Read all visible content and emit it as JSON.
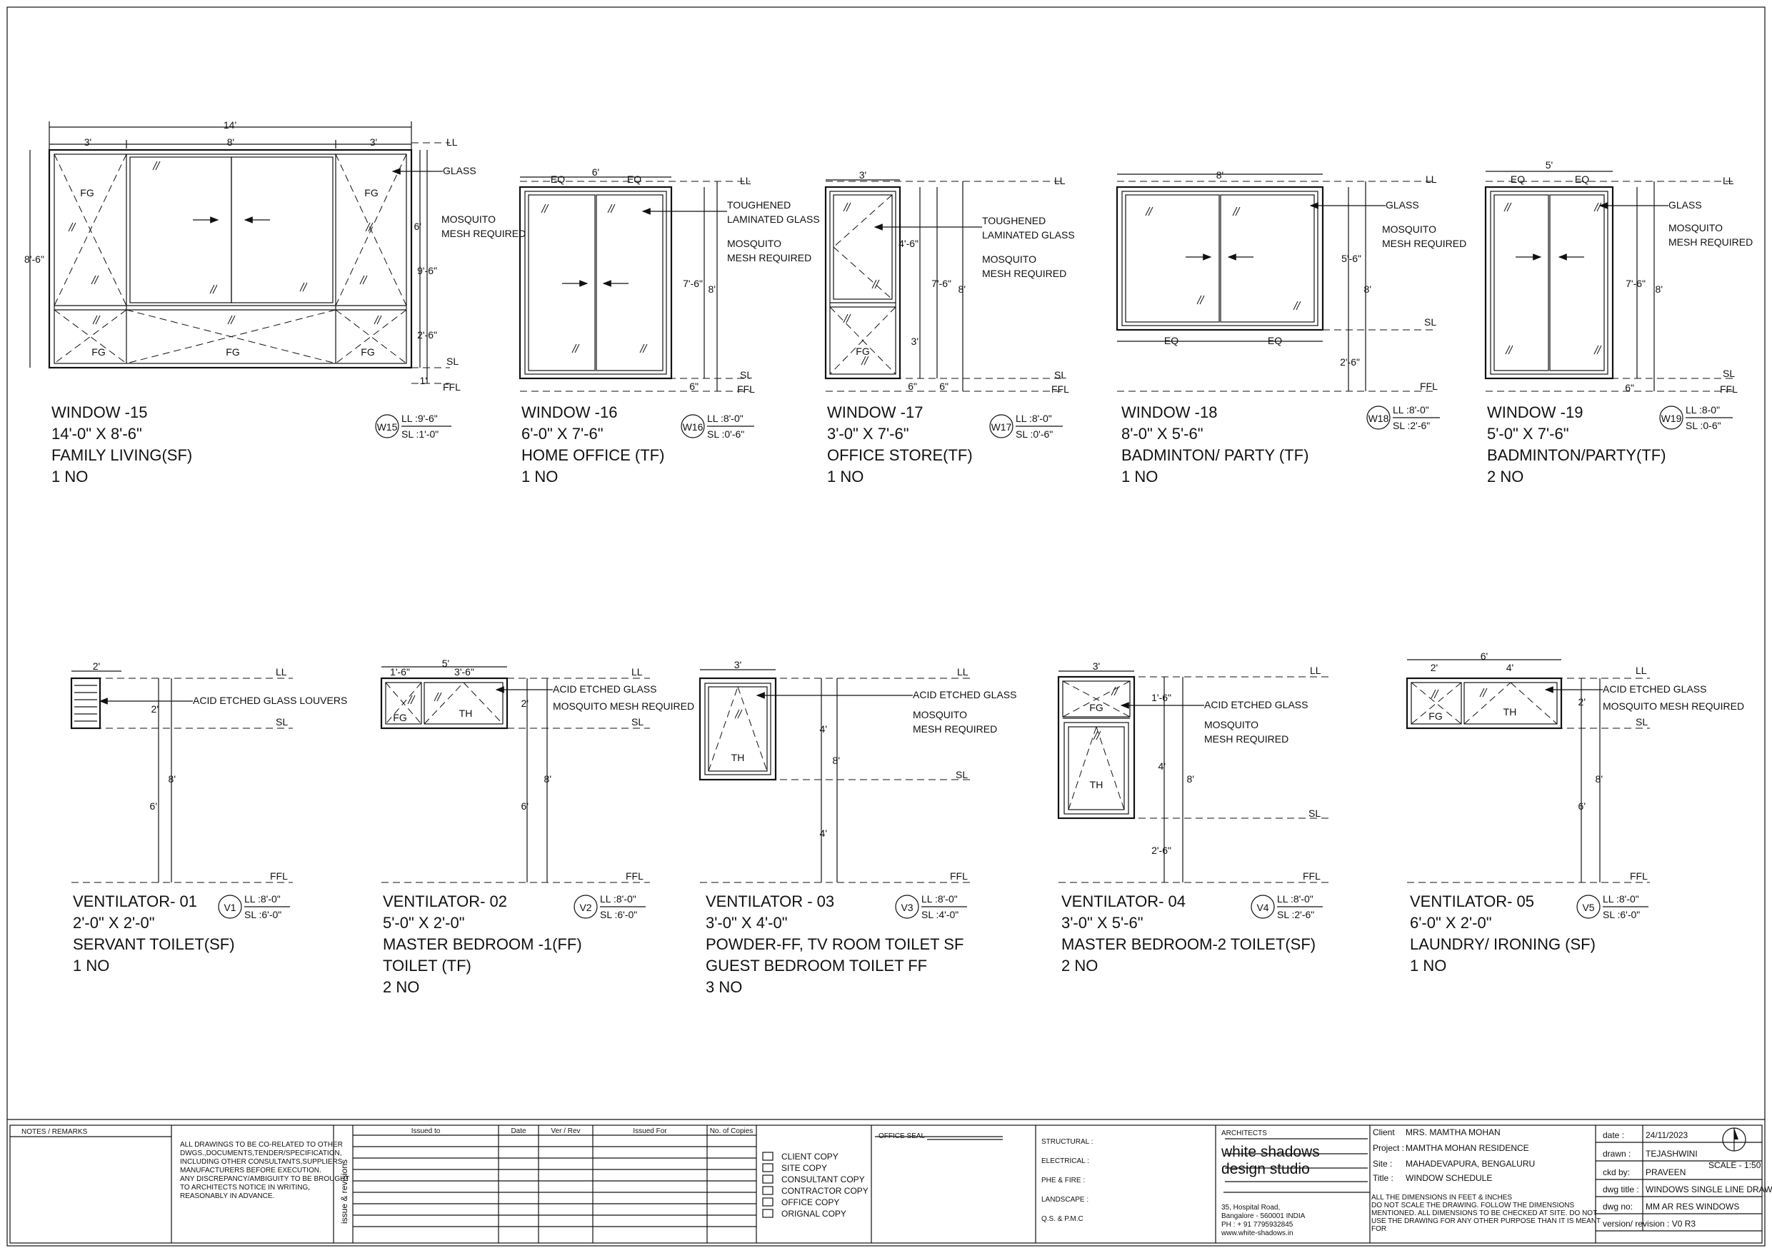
{
  "windows": [
    {
      "title": "WINDOW -15",
      "size": "14'-0\" X 8'-6\"",
      "room": "FAMILY LIVING(SF)",
      "room2": "",
      "qty": "1 NO",
      "tag": "W15",
      "ll": "LL :9'-6\"",
      "sl": "SL :1'-0\""
    },
    {
      "title": "WINDOW -16",
      "size": "6'-0\" X 7'-6\"",
      "room": "HOME OFFICE (TF)",
      "room2": "",
      "qty": "1 NO",
      "tag": "W16",
      "ll": "LL :8'-0\"",
      "sl": "SL :0'-6\""
    },
    {
      "title": "WINDOW -17",
      "size": "3'-0\" X 7'-6\"",
      "room": "OFFICE STORE(TF)",
      "room2": "",
      "qty": "1 NO",
      "tag": "W17",
      "ll": "LL :8'-0\"",
      "sl": "SL :0'-6\""
    },
    {
      "title": "WINDOW -18",
      "size": "8'-0\" X 5'-6\"",
      "room": "BADMINTON/ PARTY (TF)",
      "room2": "",
      "qty": "1 NO",
      "tag": "W18",
      "ll": "LL :8'-0\"",
      "sl": "SL :2'-6\""
    },
    {
      "title": "WINDOW -19",
      "size": "5'-0\" X 7'-6\"",
      "room": "BADMINTON/PARTY(TF)",
      "room2": "",
      "qty": "2 NO",
      "tag": "W19",
      "ll": "LL :8-0\"",
      "sl": "SL :0-6\""
    }
  ],
  "ventilators": [
    {
      "title": "VENTILATOR- 01",
      "size": "2'-0\" X 2'-0\"",
      "room": "SERVANT TOILET(SF)",
      "room2": "",
      "qty": "1 NO",
      "tag": "V1",
      "ll": "LL :8'-0\"",
      "sl": "SL :6'-0\""
    },
    {
      "title": "VENTILATOR- 02",
      "size": "5'-0\" X 2'-0\"",
      "room": "MASTER BEDROOM -1(FF)",
      "room2": "TOILET (TF)",
      "qty": "2 NO",
      "tag": "V2",
      "ll": "LL :8'-0\"",
      "sl": "SL :6'-0\""
    },
    {
      "title": "VENTILATOR - 03",
      "size": "3'-0\" X 4'-0\"",
      "room": "POWDER-FF, TV ROOM TOILET SF",
      "room2": "GUEST BEDROOM TOILET FF",
      "qty": "3 NO",
      "tag": "V3",
      "ll": "LL :8'-0\"",
      "sl": "SL :4'-0\""
    },
    {
      "title": "VENTILATOR- 04",
      "size": "3'-0\" X 5'-6\"",
      "room": "MASTER BEDROOM-2 TOILET(SF)",
      "room2": "",
      "qty": "2 NO",
      "tag": "V4",
      "ll": "LL :8'-0\"",
      "sl": "SL :2'-6\""
    },
    {
      "title": "VENTILATOR- 05",
      "size": "6'-0\" X 2'-0\"",
      "room": "LAUNDRY/ IRONING (SF)",
      "room2": "",
      "qty": "1 NO",
      "tag": "V5",
      "ll": "LL :8'-0\"",
      "sl": "SL :6'-0\""
    }
  ],
  "labels": {
    "ll": "LL",
    "sl": "SL",
    "ffl": "FFL",
    "fg": "FG",
    "th": "TH",
    "eq": "EQ",
    "glass": "GLASS",
    "toughened": "TOUGHENED",
    "laminated": "LAMINATED GLASS",
    "mosquito": "MOSQUITO",
    "mesh": "MESH REQUIRED",
    "acid": "ACID ETCHED GLASS",
    "acid_louvers": "ACID ETCHED GLASS LOUVERS",
    "mosquito_mesh": "MOSQUITO MESH REQUIRED"
  },
  "dims": {
    "w15_total": "14'",
    "w15_left": "3'",
    "w15_mid": "8'",
    "w15_right": "3'",
    "w15_h": "8'-6\"",
    "w15_6": "6'",
    "w15_96": "9'-6\"",
    "w15_26": "2'-6\"",
    "w15_1": "1'",
    "w16_w": "6'",
    "w16_h": "7'-6\"",
    "w16_8": "8'",
    "w16_6": "6\"",
    "w17_w": "3'",
    "w17_46": "4'-6\"",
    "w17_3": "3'",
    "w17_h": "7'-6\"",
    "w17_8": "8'",
    "w17_6a": "6\"",
    "w17_6b": "6\"",
    "w18_w": "8'",
    "w18_h": "5'-6\"",
    "w18_8": "8'",
    "w18_26": "2'-6\"",
    "w19_w": "5'",
    "w19_h": "7'-6\"",
    "w19_8": "8'",
    "w19_6": "6\"",
    "v1_w": "2'",
    "v1_2": "2'",
    "v1_8": "8'",
    "v1_6": "6'",
    "v2_w": "5'",
    "v2_a": "1'-6\"",
    "v2_b": "3'-6\"",
    "v2_2": "2'",
    "v2_8": "8'",
    "v2_6": "6'",
    "v3_w": "3'",
    "v3_4a": "4'",
    "v3_8": "8'",
    "v3_4b": "4'",
    "v4_w": "3'",
    "v4_16": "1'-6\"",
    "v4_4": "4'",
    "v4_8": "8'",
    "v4_26": "2'-6\"",
    "v5_w": "6'",
    "v5_a": "2'",
    "v5_b": "4'",
    "v5_2": "2'",
    "v5_8": "8'",
    "v5_6": "6'"
  },
  "titleblock": {
    "notes_head": "NOTES / REMARKS",
    "notes": [
      "ALL DRAWINGS TO BE CO-RELATED TO OTHER",
      "DWGS.,DOCUMENTS,TENDER/SPECIFICATION,",
      "INCLUDING OTHER CONSULTANTS,SUPPLIERS,",
      "MANUFACTURERS BEFORE EXECUTION.",
      "ANY DISCREPANCY/AMBIGUITY TO BE BROUGHT",
      "TO ARCHITECTS NOTICE IN WRITING,",
      "REASONABLY IN ADVANCE."
    ],
    "issue_label": "issue & revisions",
    "cols": [
      "Issued to",
      "Date",
      "Ver / Rev",
      "Issued For",
      "No. of Copies"
    ],
    "copies": [
      "CLIENT COPY",
      "SITE  COPY",
      "CONSULTANT COPY",
      "CONTRACTOR COPY",
      "OFFICE COPY",
      "ORIGNAL COPY"
    ],
    "seal": "OFFICE SEAL",
    "consultants": [
      "STRUCTURAL :",
      "ELECTRICAL :",
      "PHE & FIRE :",
      "LANDSCAPE :",
      "Q.S. & P.M.C"
    ],
    "architects": "ARCHITECTS",
    "firm1": "white shadows",
    "firm2": "design studio",
    "addr": [
      "35, Hospital Road,",
      "Bangalore - 560001 INDIA",
      "PH : + 91 7795932845",
      "www.white-shadows.in"
    ],
    "client_k": "Client",
    "client_v": "MRS. MAMTHA MOHAN",
    "project_k": "Project :",
    "project_v": "MAMTHA MOHAN RESIDENCE",
    "site_k": "Site :",
    "site_v": "MAHADEVAPURA, BENGALURU",
    "title_k": "Title :",
    "title_v": "WINDOW SCHEDULE",
    "disclaimer": [
      "ALL THE DIMENSIONS IN FEET & INCHES",
      "DO NOT SCALE THE DRAWING. FOLLOW THE DIMENSIONS",
      "MENTIONED. ALL DIMENSIONS TO BE CHECKED AT SITE. DO NOT",
      "USE THE DRAWING FOR ANY OTHER PURPOSE THAN IT IS MEANT",
      "FOR"
    ],
    "date_k": "date :",
    "date_v": "24/11/2023",
    "drawn_k": "drawn :",
    "drawn_v": "TEJASHWINI",
    "ckd_k": "ckd by:",
    "ckd_v": "PRAVEEN",
    "dwgt_k": "dwg title :",
    "dwgt_v": "WINDOWS SINGLE LINE DRAWING",
    "dwgno_k": "dwg no:",
    "dwgno_v": "MM AR RES WINDOWS",
    "ver": "version/ revision : V0 R3",
    "scale": "SCALE - 1:50"
  }
}
